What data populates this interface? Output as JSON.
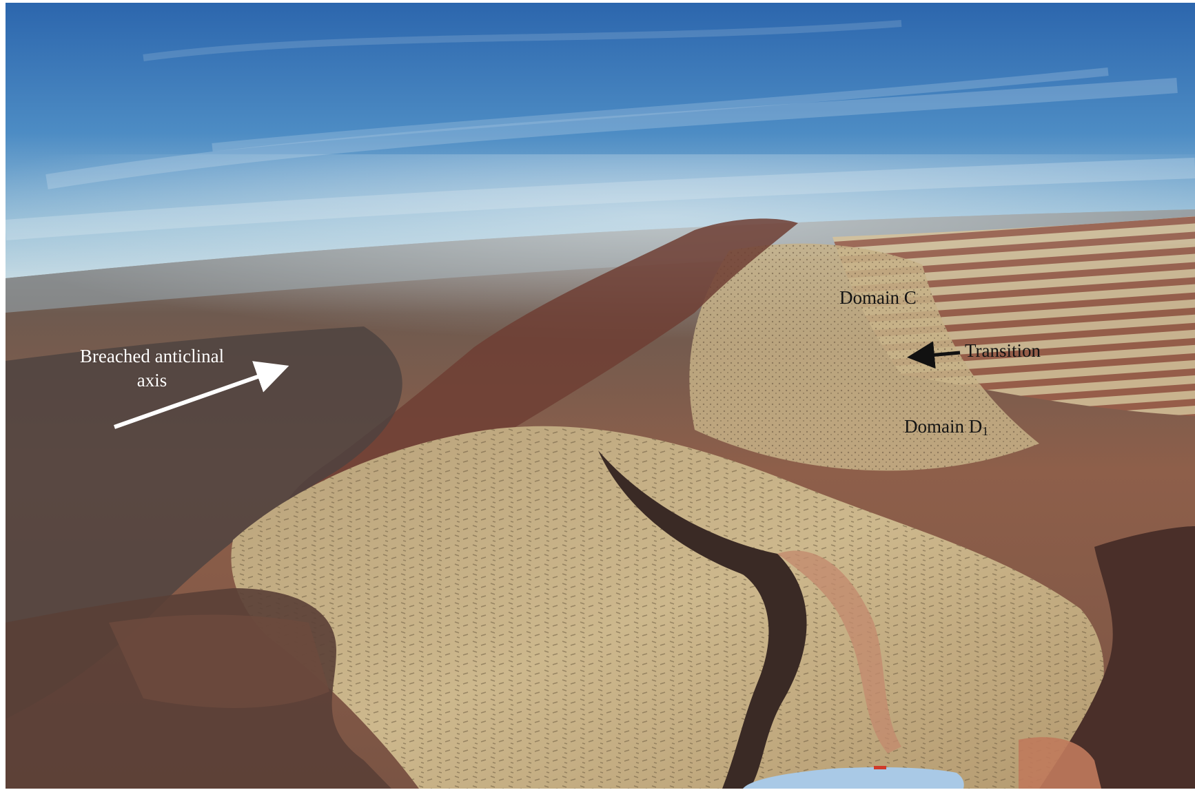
{
  "annotations": {
    "breached_axis": {
      "line1": "Breached anticlinal",
      "line2": "axis"
    },
    "domain_c": "Domain C",
    "transition": "Transition",
    "domain_d1": {
      "base": "Domain D",
      "subscript": "1"
    }
  },
  "colors": {
    "sky_top": "#2f6fb3",
    "sky_horizon": "#c9dde6",
    "terrain_light": "#c9b489",
    "terrain_red": "#a8674a",
    "terrain_dark": "#4a3a33",
    "white_arrow": "#ffffff",
    "black_arrow": "#111111"
  }
}
